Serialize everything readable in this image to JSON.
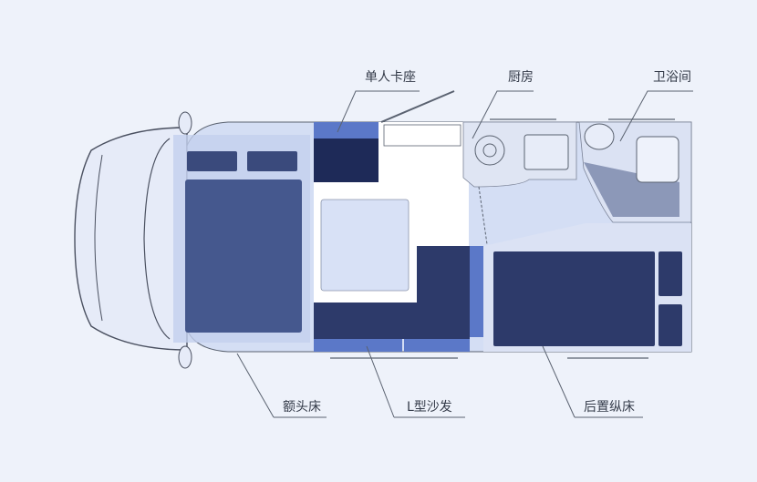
{
  "labels": {
    "single_seat": "单人卡座",
    "kitchen": "厨房",
    "bathroom": "卫浴间",
    "overcab_bed": "额头床",
    "l_sofa": "L型沙发",
    "rear_bed": "后置纵床"
  },
  "colors": {
    "background": "#eef2fa",
    "body": "#d4def4",
    "cushion_dark": "#3a4a7c",
    "seat_navy": "#1e2a58",
    "backrest_blue": "#5b78c8",
    "line": "#5a6270"
  }
}
